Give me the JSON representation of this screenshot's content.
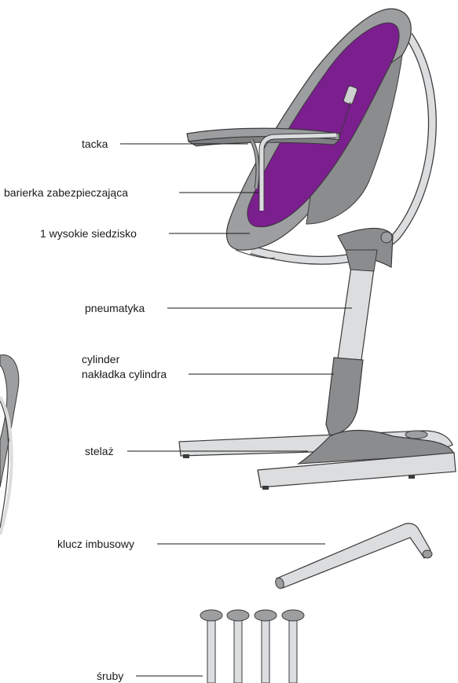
{
  "labels": {
    "tray": "tacka",
    "safety_bar": "barierka zabezpieczająca",
    "high_seat": "1 wysokie siedzisko",
    "pneumatic": "pneumatyka",
    "cylinder": "cylinder",
    "cylinder_cover": "nakładka cylindra",
    "frame": "stelaż",
    "allen_key": "klucz imbusowy",
    "screws": "śruby"
  },
  "colors": {
    "seat_shell": "#9d9ea0",
    "seat_dark": "#7f8082",
    "seat_pad": "#7b1e8e",
    "light_metal": "#dcdddf",
    "outline": "#3a3a3a",
    "text": "#1a1a1a"
  }
}
